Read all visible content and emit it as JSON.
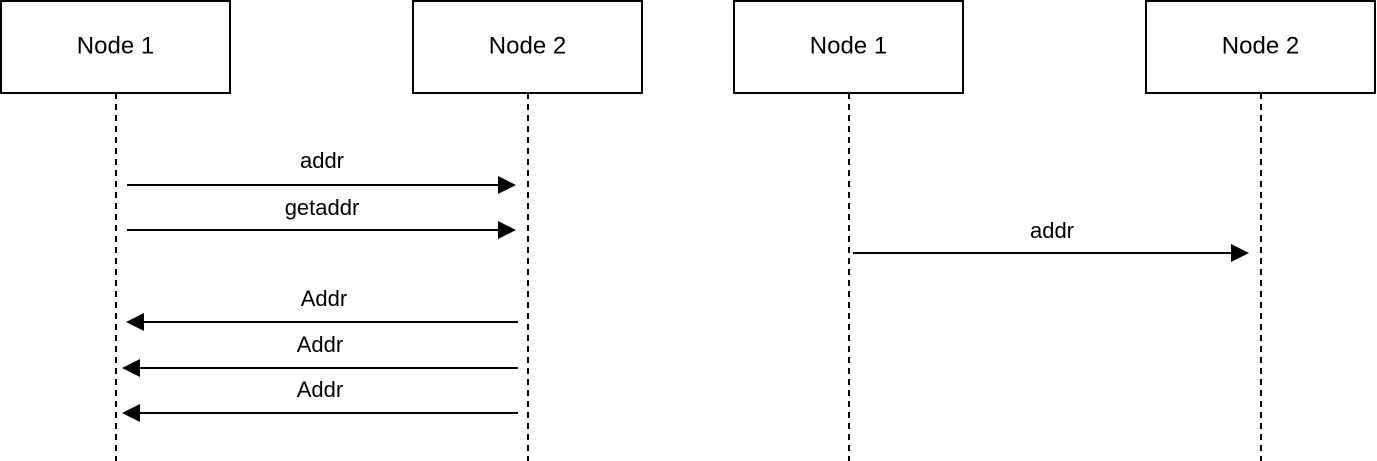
{
  "diagrams": [
    {
      "participants": [
        {
          "id": "n1",
          "label": "Node 1"
        },
        {
          "id": "n2",
          "label": "Node 2"
        }
      ],
      "messages": [
        {
          "from": "n1",
          "to": "n2",
          "label": "addr"
        },
        {
          "from": "n1",
          "to": "n2",
          "label": "getaddr"
        },
        {
          "from": "n2",
          "to": "n1",
          "label": "Addr"
        },
        {
          "from": "n2",
          "to": "n1",
          "label": "Addr"
        },
        {
          "from": "n2",
          "to": "n1",
          "label": "Addr"
        }
      ]
    },
    {
      "participants": [
        {
          "id": "n1",
          "label": "Node 1"
        },
        {
          "id": "n2",
          "label": "Node 2"
        }
      ],
      "messages": [
        {
          "from": "n1",
          "to": "n2",
          "label": "addr"
        }
      ]
    }
  ]
}
